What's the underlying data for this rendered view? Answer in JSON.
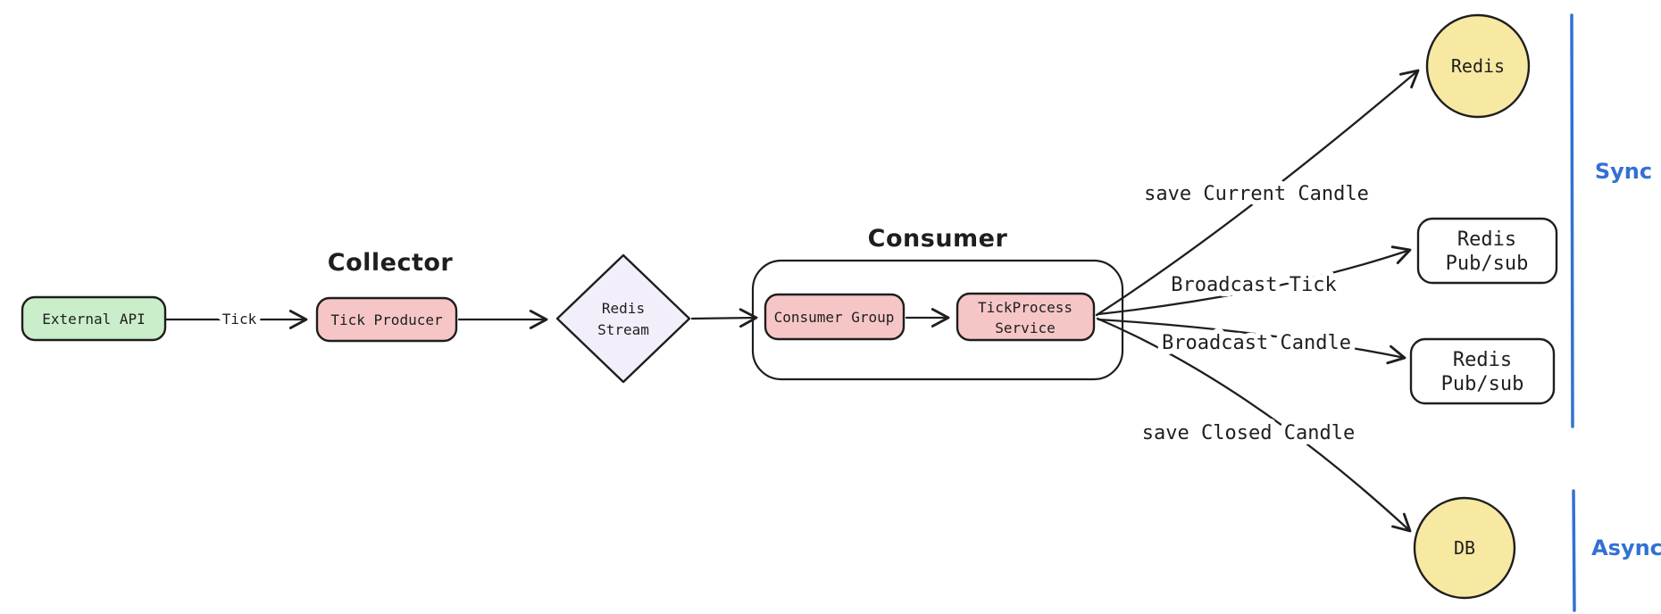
{
  "diagram": {
    "background": "#ffffff",
    "stroke_color": "#1e1e1e",
    "accent_blue": "#3371d3",
    "groups": [
      {
        "id": "collector",
        "title": "Collector"
      },
      {
        "id": "consumer",
        "title": "Consumer"
      }
    ],
    "nodes": [
      {
        "id": "external-api",
        "label": "External API",
        "shape": "rounded-rect",
        "fill": "#c9eec9"
      },
      {
        "id": "tick-producer",
        "label": "Tick Producer",
        "shape": "rounded-rect",
        "fill": "#f6c6c6"
      },
      {
        "id": "redis-stream",
        "label_line1": "Redis",
        "label_line2": "Stream",
        "shape": "diamond",
        "fill": "#f2eefa"
      },
      {
        "id": "consumer-group",
        "label": "Consumer Group",
        "shape": "rounded-rect",
        "fill": "#f6c6c6"
      },
      {
        "id": "tickprocess-service",
        "label_line1": "TickProcess",
        "label_line2": "Service",
        "shape": "rounded-rect",
        "fill": "#f6c6c6"
      },
      {
        "id": "redis-cache",
        "label": "Redis",
        "shape": "circle",
        "fill": "#f7e8a2"
      },
      {
        "id": "redis-pubsub-tick",
        "label_line1": "Redis",
        "label_line2": "Pub/sub",
        "shape": "rounded-rect",
        "fill": "#ffffff"
      },
      {
        "id": "redis-pubsub-candle",
        "label_line1": "Redis",
        "label_line2": "Pub/sub",
        "shape": "rounded-rect",
        "fill": "#ffffff"
      },
      {
        "id": "db",
        "label": "DB",
        "shape": "circle",
        "fill": "#f7e8a2"
      }
    ],
    "edges": [
      {
        "from": "external-api",
        "to": "tick-producer",
        "label": "Tick"
      },
      {
        "from": "tick-producer",
        "to": "redis-stream",
        "label": ""
      },
      {
        "from": "redis-stream",
        "to": "consumer-group",
        "label": ""
      },
      {
        "from": "consumer-group",
        "to": "tickprocess-service",
        "label": ""
      },
      {
        "from": "tickprocess-service",
        "to": "redis-cache",
        "label": "save Current Candle"
      },
      {
        "from": "tickprocess-service",
        "to": "redis-pubsub-tick",
        "label": "Broadcast Tick"
      },
      {
        "from": "tickprocess-service",
        "to": "redis-pubsub-candle",
        "label": "Broadcast Candle"
      },
      {
        "from": "tickprocess-service",
        "to": "db",
        "label": "save Closed Candle"
      }
    ],
    "legend": [
      {
        "id": "sync",
        "label": "Sync"
      },
      {
        "id": "async",
        "label": "Async"
      }
    ]
  }
}
